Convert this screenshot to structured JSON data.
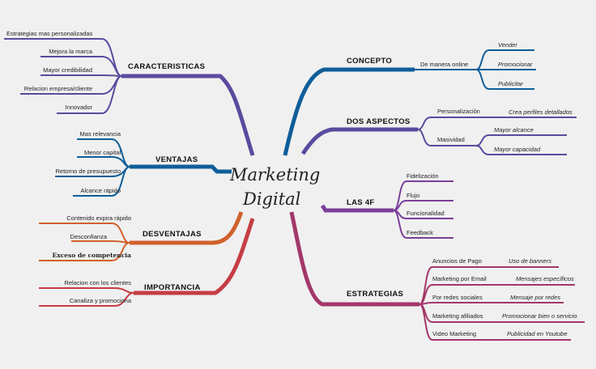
{
  "title": {
    "line1": "Marketing",
    "line2": "Digital"
  },
  "caracteristicas": {
    "label": "CARACTERISTICAS",
    "items": [
      "Estrategias mas personalizadas",
      "Mejora la marca",
      "Mayor credibilidad",
      "Relacion empresa/cliente",
      "Innovador"
    ],
    "color": "#5b4a9e"
  },
  "ventajas": {
    "label": "VENTAJAS",
    "items": [
      "Mas relevancia",
      "Menor capital",
      "Retorno de presupuesto",
      "Alcance rápido"
    ],
    "color": "#0f5e99"
  },
  "desventajas": {
    "label": "DESVENTAJAS",
    "items": [
      "Contenido expira rápido",
      "Desconfianza",
      "Exceso de competencia"
    ],
    "color": "#d0612c"
  },
  "importancia": {
    "label": "IMPORTANCIA",
    "items": [
      "Relacion con los clientes",
      "Canaliza y promociona"
    ],
    "color": "#c63d44"
  },
  "concepto": {
    "label": "CONCEPTO",
    "sub": "De manera online",
    "items": [
      "Vender",
      "Promocionar",
      "Publicitar"
    ],
    "color": "#0f5e99"
  },
  "dos_aspectos": {
    "label": "DOS ASPECTOS",
    "subs": [
      {
        "label": "Personalización",
        "items": [
          "Crea perfiles detallados"
        ]
      },
      {
        "label": "Masividad",
        "items": [
          "Mayor alcance",
          "Mayor capacidad"
        ]
      }
    ],
    "color": "#5b4a9e"
  },
  "las_4f": {
    "label": "LAS 4F",
    "items": [
      "Fidelización",
      "Flujo",
      "Funcionalidad",
      "Feedback"
    ],
    "color": "#7b3f98"
  },
  "estrategias": {
    "label": "ESTRATEGIAS",
    "rows": [
      {
        "label": "Anuncios de Pago",
        "detail": "Uso de banners"
      },
      {
        "label": "Marketing por Email",
        "detail": "Mensajes específicos"
      },
      {
        "label": "Por redes sociales",
        "detail": "Mensaje por redes"
      },
      {
        "label": "Marketing afiliados",
        "detail": "Promocionar bien o servicio"
      },
      {
        "label": "Video Marketing",
        "detail": "Publicidad en Youtube"
      }
    ],
    "color": "#a3376a"
  }
}
